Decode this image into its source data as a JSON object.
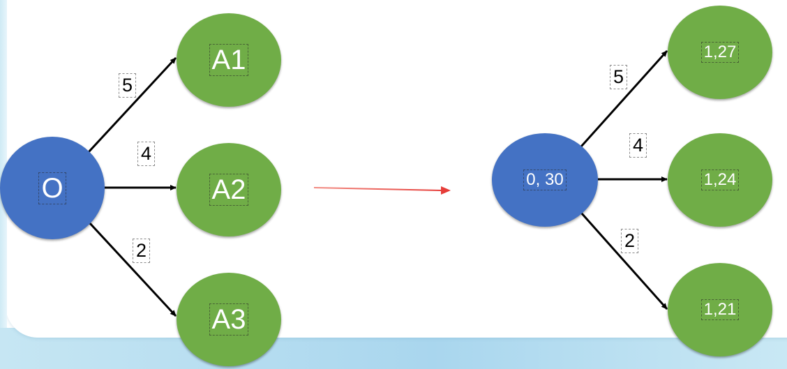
{
  "colors": {
    "source_node": "#4472c4",
    "target_node": "#70ad47",
    "edge": "#000000",
    "transition_arrow": "#e53935"
  },
  "left_graph": {
    "source": "O",
    "targets": [
      "A1",
      "A2",
      "A3"
    ],
    "edge_weights": [
      "5",
      "4",
      "2"
    ]
  },
  "right_graph": {
    "source": "0, 30",
    "targets": [
      "1,27",
      "1,24",
      "1,21"
    ],
    "edge_weights": [
      "5",
      "4",
      "2"
    ]
  }
}
